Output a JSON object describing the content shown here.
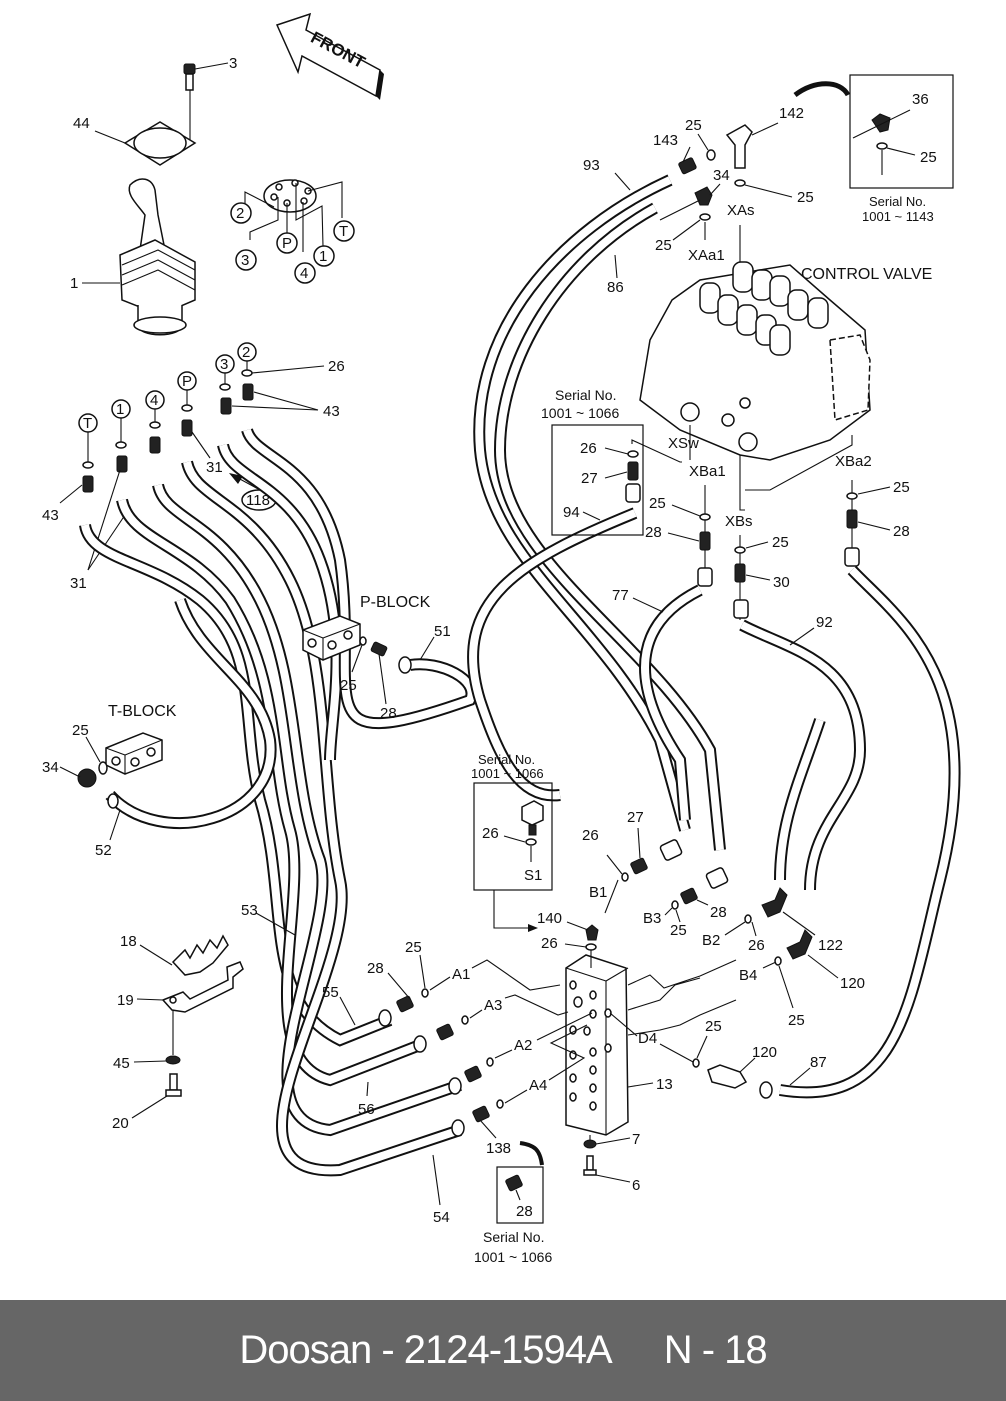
{
  "diagram": {
    "front_arrow": "FRONT",
    "titles": {
      "control_valve": "CONTROL VALVE",
      "p_block": "P-BLOCK",
      "t_block": "T-BLOCK"
    },
    "serial_boxes": [
      {
        "id": "top-right",
        "line1": "Serial No.",
        "line2": "1001 ~ 1143"
      },
      {
        "id": "mid-left",
        "line1": "Serial No.",
        "line2": "1001 ~ 1066"
      },
      {
        "id": "s1-box",
        "line1": "Serial No.",
        "line2": "1001 ~ 1066"
      },
      {
        "id": "bottom",
        "line1": "Serial No.",
        "line2": "1001 ~ 1066"
      }
    ],
    "port_circles": [
      "2",
      "3",
      "P",
      "4",
      "1",
      "T",
      "3",
      "2",
      "P",
      "4",
      "1",
      "T"
    ],
    "port_labels": [
      "XAs",
      "XAa1",
      "XSw",
      "XBa1",
      "XBs",
      "XBa2",
      "S1",
      "B1",
      "B3",
      "B2",
      "B4",
      "A1",
      "A3",
      "A2",
      "A4",
      "D4"
    ],
    "part_numbers": [
      "3",
      "44",
      "1",
      "26",
      "43",
      "31",
      "118",
      "43",
      "31",
      "93",
      "86",
      "143",
      "25",
      "142",
      "34",
      "25",
      "25",
      "36",
      "25",
      "26",
      "27",
      "94",
      "25",
      "28",
      "25",
      "30",
      "25",
      "28",
      "77",
      "92",
      "51",
      "25",
      "28",
      "25",
      "34",
      "52",
      "26",
      "26",
      "27",
      "28",
      "25",
      "140",
      "26",
      "26",
      "122",
      "120",
      "25",
      "53",
      "18",
      "19",
      "45",
      "20",
      "28",
      "25",
      "55",
      "56",
      "54",
      "138",
      "28",
      "13",
      "7",
      "6",
      "25",
      "120",
      "87"
    ]
  },
  "footer": {
    "brand_part": "Doosan - 2124-1594A",
    "page": "N - 18"
  }
}
